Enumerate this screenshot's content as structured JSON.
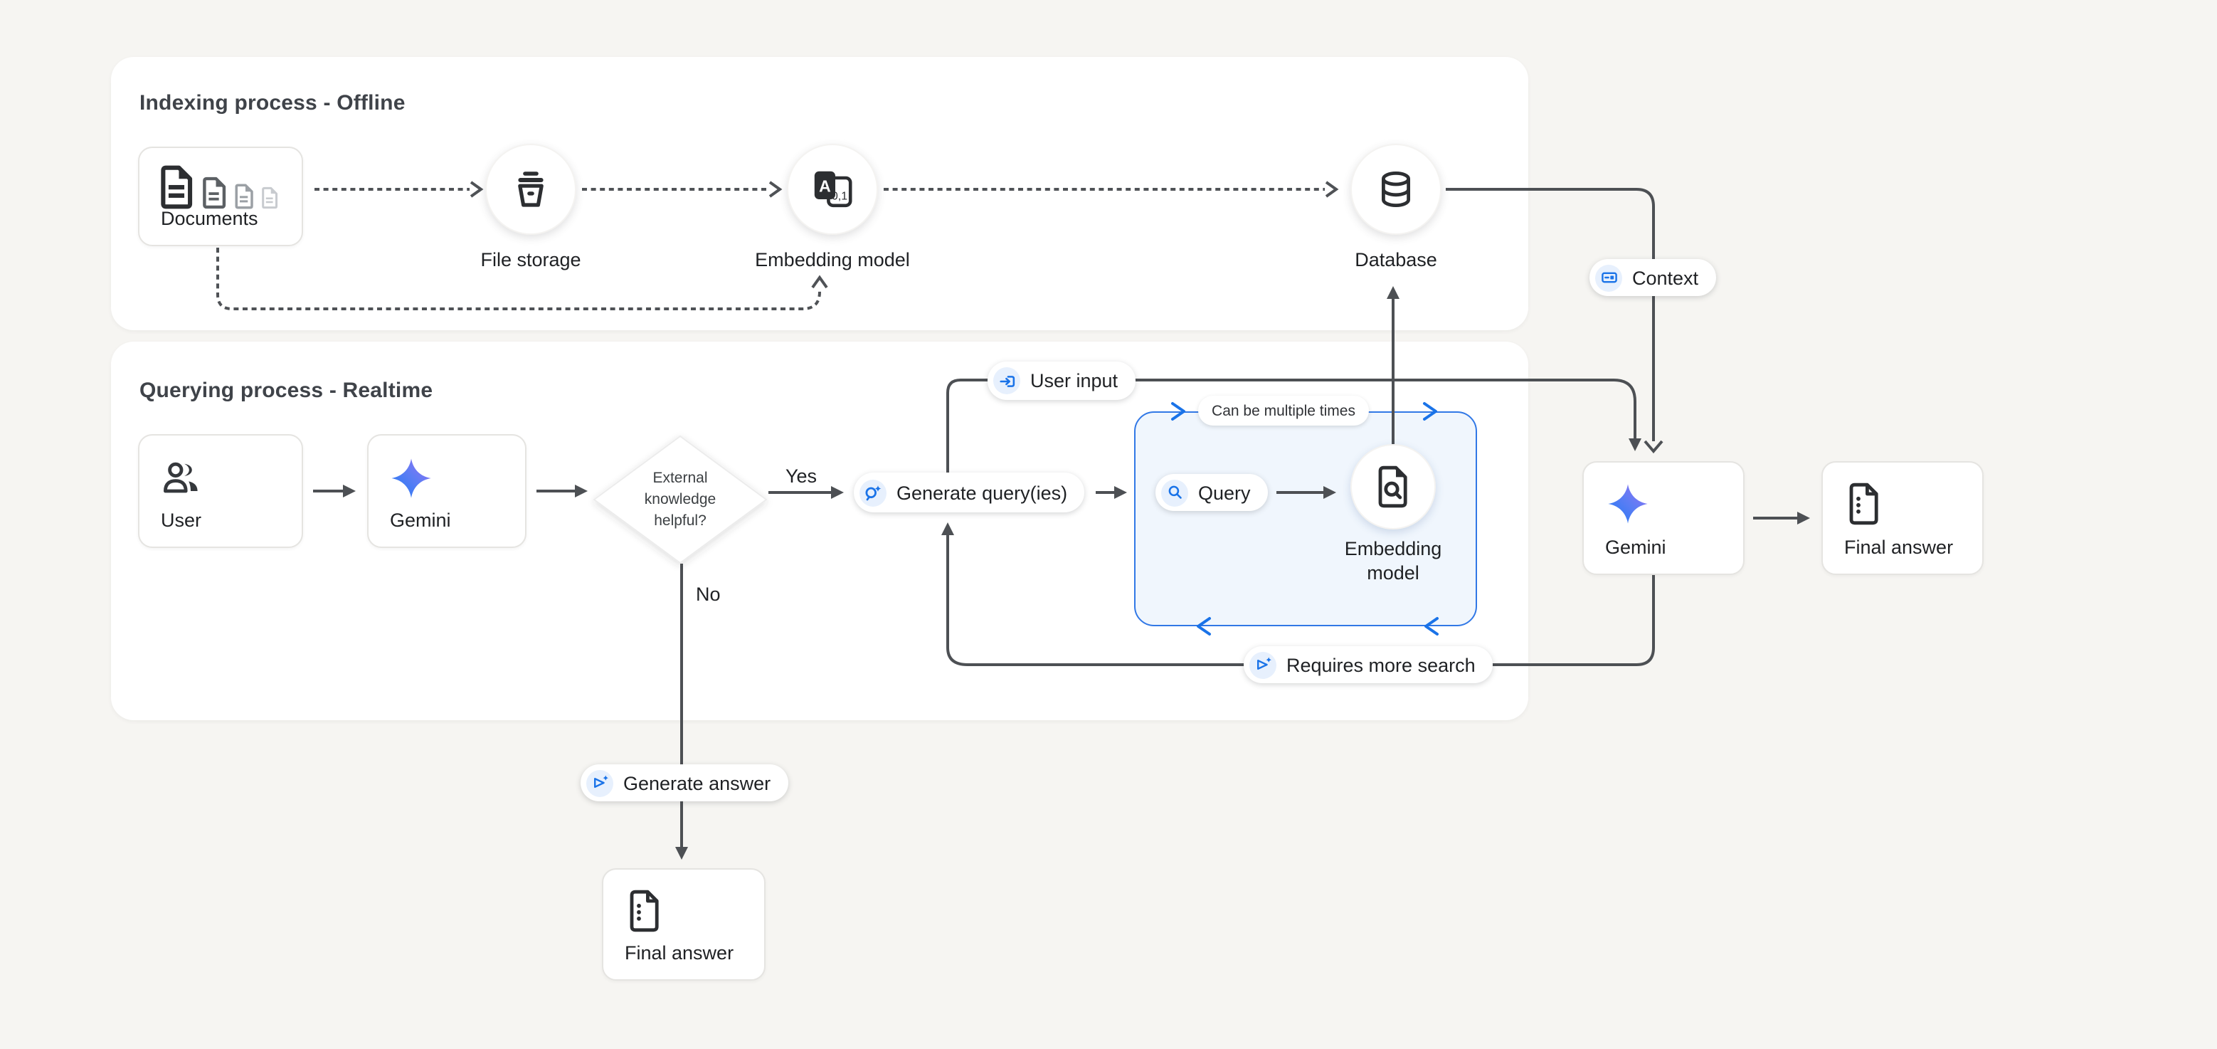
{
  "colors": {
    "background": "#f6f5f2",
    "card": "#ffffff",
    "accent_blue": "#1a73e8",
    "loop_box_fill": "#f0f6fd",
    "loop_box_border": "#3178e6",
    "connector_dark": "#4d5054",
    "title_text": "#3f4349",
    "label_text": "#1f2124"
  },
  "icons": {
    "documents": "stacked-documents",
    "file_storage": "storage-bucket",
    "embedding_model_indexing": "text-to-numbers-card",
    "embedding_glyph_a": "A",
    "embedding_glyph_numbers": "0,1",
    "database": "database-cylinder",
    "context": "context-panel",
    "user": "people-group",
    "gemini": "gemini-spark",
    "generate_query": "search-spark",
    "user_input": "input-arrow",
    "query": "magnifier",
    "embedding_model_query": "document-search",
    "requires_more_search": "send-spark",
    "generate_answer": "send-spark",
    "final_answer": "summary-document"
  },
  "indexing": {
    "title": "Indexing process - Offline",
    "documents": "Documents",
    "file_storage": "File storage",
    "embedding_model": "Embedding model",
    "database": "Database"
  },
  "querying": {
    "title": "Querying process - Realtime",
    "user": "User",
    "gemini": "Gemini",
    "decision_line1": "External",
    "decision_line2": "knowledge",
    "decision_line3": "helpful?",
    "yes": "Yes",
    "no": "No",
    "generate_query_tag": "Generate query(ies)",
    "user_input_tag": "User input",
    "query_tag": "Query",
    "loop_note": "Can be multiple times",
    "embedding_model_line1": "Embedding",
    "embedding_model_line2": "model",
    "requires_more_search_tag": "Requires more search",
    "generate_answer_tag": "Generate answer",
    "final_answer": "Final answer"
  },
  "output": {
    "context_tag": "Context",
    "gemini": "Gemini",
    "final_answer": "Final answer"
  }
}
